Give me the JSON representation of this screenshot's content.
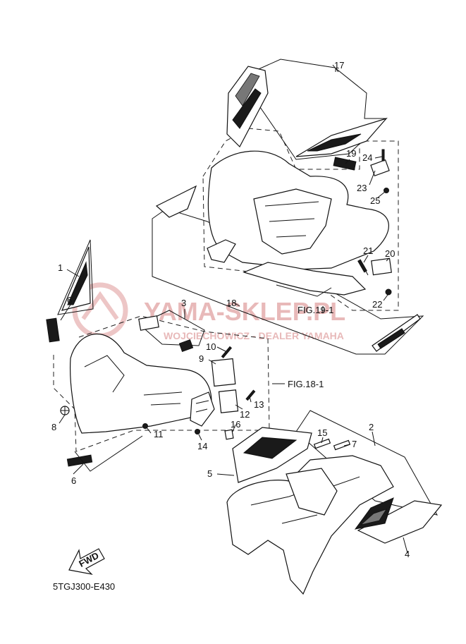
{
  "part_labels": {
    "p1": "1",
    "p2": "2",
    "p3": "3",
    "p4": "4",
    "p5": "5",
    "p6a": "6",
    "p6b": "6",
    "p7": "7",
    "p8": "8",
    "p9": "9",
    "p10": "10",
    "p11": "11",
    "p12": "12",
    "p13": "13",
    "p14": "14",
    "p15": "15",
    "p16": "16",
    "p17": "17",
    "p18": "18",
    "p19": "19",
    "p20": "20",
    "p21": "21",
    "p22": "22",
    "p23": "23",
    "p24": "24",
    "p25": "25"
  },
  "references": {
    "fig_18": "FIG.18-1",
    "fig_19": "FIG.19-1"
  },
  "diagram_code": "5TGJ300-E430",
  "fwd_label": "FWD",
  "watermark": {
    "main": "YAMA-SKLEP.PL",
    "sub": "WOJCIECHOWICZ - DEALER YAMAHA"
  },
  "colors": {
    "ink": "#111111",
    "watermark": "#e8b9b9"
  }
}
